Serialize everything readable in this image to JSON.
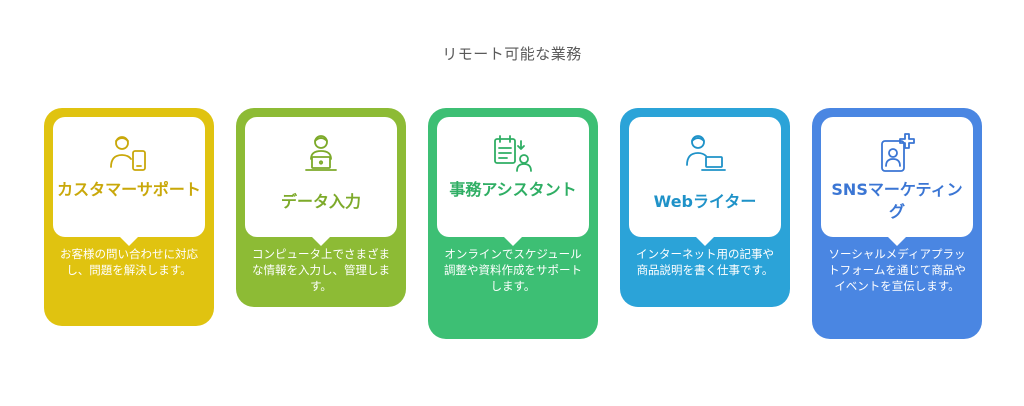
{
  "title": "リモート可能な業務",
  "cards": [
    {
      "label": "カスタマーサポート",
      "desc": "お客様の問い合わせに対応し、問題を解決します。",
      "icon": "person-tablet-icon",
      "color": "#e0c310",
      "text_color": "#c9a80a"
    },
    {
      "label": "データ入力",
      "desc": "コンピュータ上でさまざまな情報を入力し、管理します。",
      "icon": "person-laptop-icon",
      "color": "#8dbb35",
      "text_color": "#7daa2a"
    },
    {
      "label": "事務アシスタント",
      "desc": "オンラインでスケジュール調整や資料作成をサポートします。",
      "icon": "schedule-person-icon",
      "color": "#3dbf74",
      "text_color": "#2fae64"
    },
    {
      "label": "Webライター",
      "desc": "インターネット用の記事や商品説明を書く仕事です。",
      "icon": "person-computer-icon",
      "color": "#2ba3d8",
      "text_color": "#1f92c8"
    },
    {
      "label": "SNSマーケティング",
      "desc": "ソーシャルメディアプラットフォームを通じて商品やイベントを宣伝します。",
      "icon": "profile-plus-icon",
      "color": "#4a86e2",
      "text_color": "#3b76d4"
    }
  ]
}
